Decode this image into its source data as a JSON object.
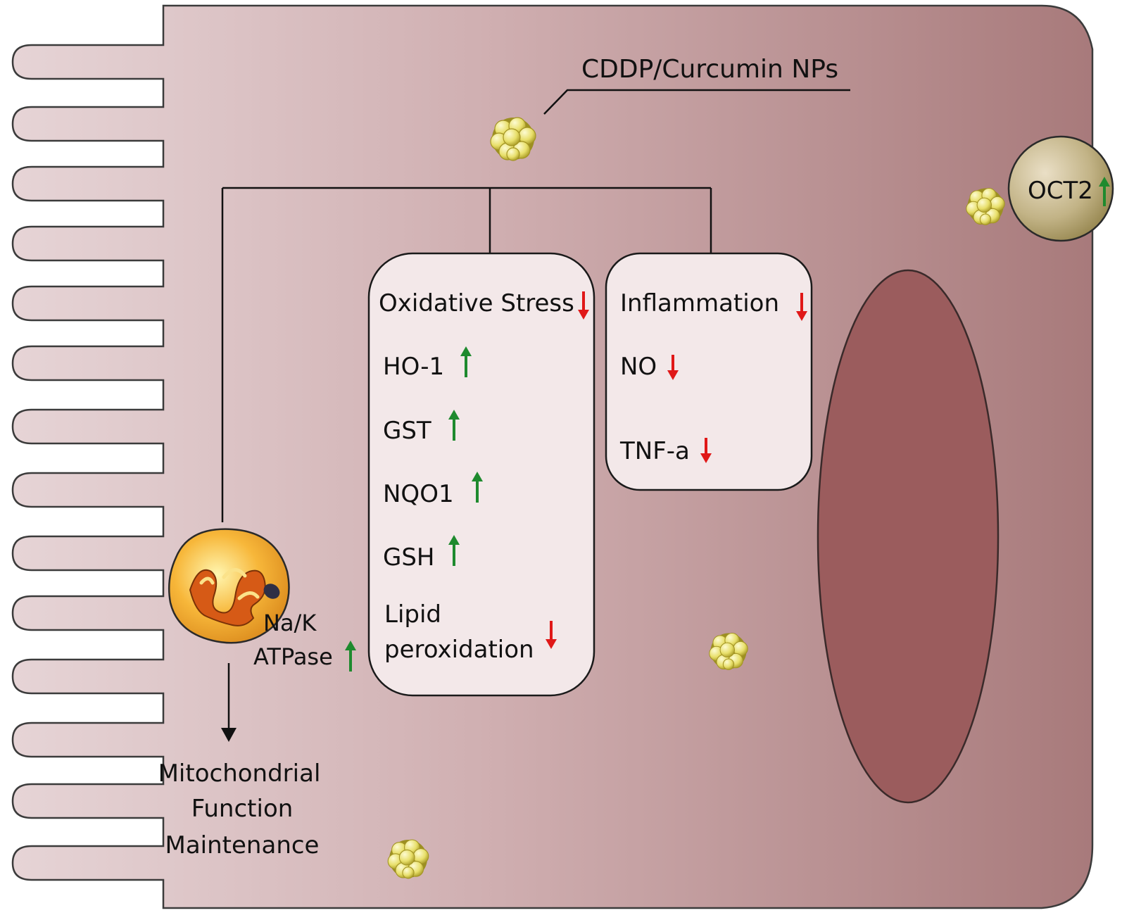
{
  "nanoparticle_label": "CDDP/Curcumin NPs",
  "transporter": {
    "label": "OCT2",
    "direction": "up"
  },
  "oxidative_stress": {
    "title": "Oxidative Stress",
    "title_direction": "down",
    "items": [
      {
        "label": "HO-1",
        "direction": "up"
      },
      {
        "label": "GST",
        "direction": "up"
      },
      {
        "label": "NQO1",
        "direction": "up"
      },
      {
        "label": "GSH",
        "direction": "up"
      },
      {
        "label_line1": "Lipid",
        "label_line2": "peroxidation",
        "direction": "down"
      }
    ]
  },
  "inflammation": {
    "title": "Inflammation",
    "title_direction": "down",
    "items": [
      {
        "label": "NO",
        "direction": "down"
      },
      {
        "label": "TNF-a",
        "direction": "down"
      }
    ]
  },
  "mitochondria": {
    "pump_line1": "Na/K",
    "pump_line2": "ATPase",
    "pump_direction": "up",
    "outcome_line1": "Mitochondrial",
    "outcome_line2": "Function",
    "outcome_line3": "Maintenance"
  },
  "colors": {
    "cell_left": "#e6d4d6",
    "cell_right": "#a87a7b",
    "nucleus": "#9b5c5d",
    "box_fill": "#f3e8e9",
    "up_arrow": "#1e8a2e",
    "down_arrow": "#e01818",
    "oct2_light": "#eadfc6",
    "oct2_dark": "#8a7a40",
    "nanoparticle": "#e8df6a"
  }
}
